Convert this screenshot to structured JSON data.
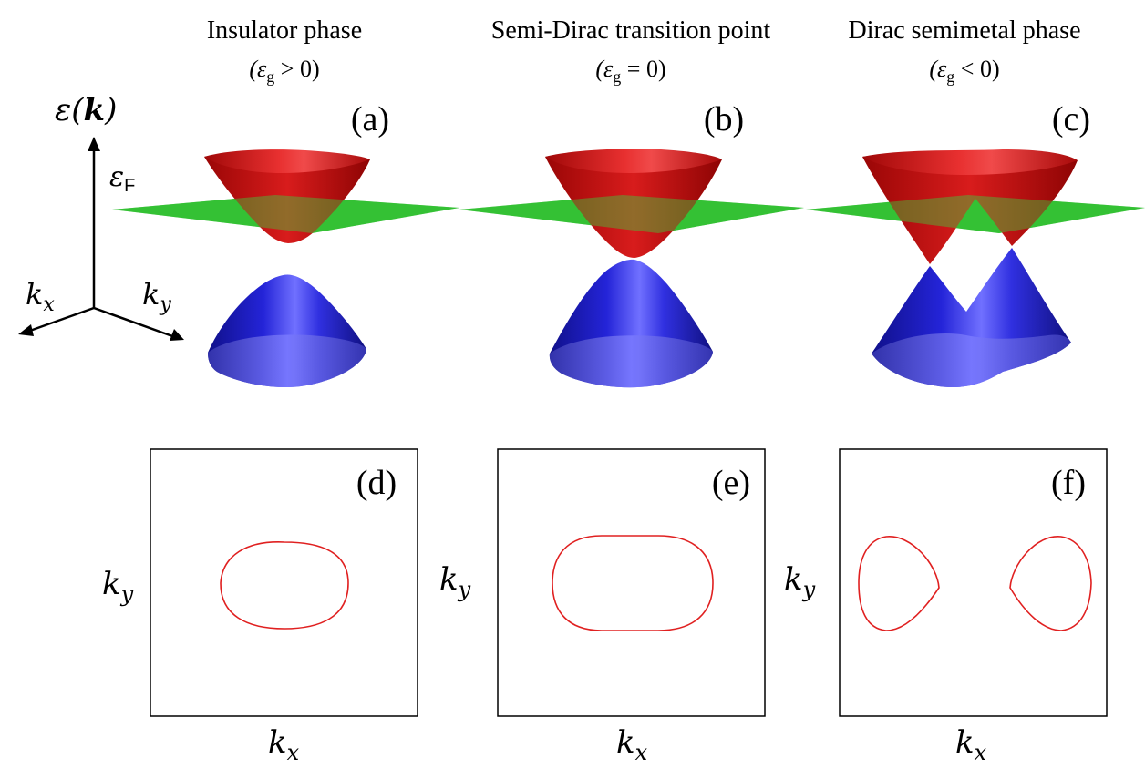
{
  "columns": [
    {
      "title": "Insulator phase",
      "condition_prefix": "(ε",
      "condition_sub": "g",
      "condition_rel": " > 0)",
      "panel_label": "(a)",
      "contour_label": "(d)"
    },
    {
      "title": "Semi-Dirac transition point",
      "condition_prefix": "(ε",
      "condition_sub": "g",
      "condition_rel": " = 0)",
      "panel_label": "(b)",
      "contour_label": "(e)"
    },
    {
      "title": "Dirac semimetal phase",
      "condition_prefix": "(ε",
      "condition_sub": "g",
      "condition_rel": " < 0)",
      "panel_label": "(c)",
      "contour_label": "(f)"
    }
  ],
  "axes": {
    "energy_label_main": "ε(",
    "energy_label_bold": "k",
    "energy_label_close": ")",
    "fermi_label_main": "ε",
    "fermi_label_sub": "F",
    "kx_main": "k",
    "kx_sub": "x",
    "ky_main": "k",
    "ky_sub": "y"
  },
  "colors": {
    "conduction_band": "#cc1010",
    "valence_band": "#1a1acc",
    "fermi_plane": "#2fb82f",
    "fermi_contour": "#e02020"
  }
}
